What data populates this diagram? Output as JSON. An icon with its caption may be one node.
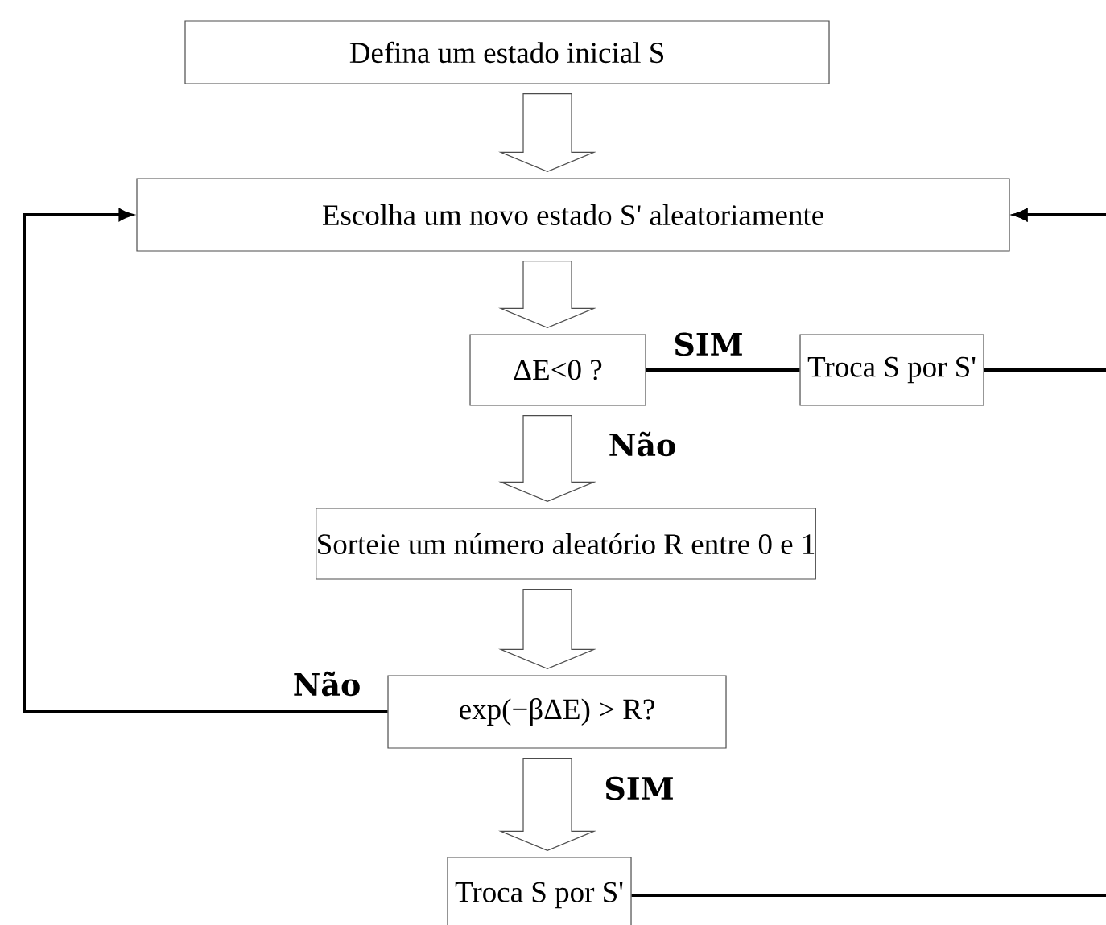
{
  "diagram": {
    "nodes": [
      {
        "text": [
          "Defina um estado inicial S"
        ]
      },
      {
        "text": [
          "Escolha um novo estado S' aleatoriamente"
        ]
      },
      {
        "text": [
          "ΔE<0 ?"
        ]
      },
      {
        "text": [
          "Troca S por S'"
        ]
      },
      {
        "text": [
          "Sorteie um número aleatório R entre 0 e 1"
        ]
      },
      {
        "text": [
          "exp(−βΔE) > R?"
        ]
      },
      {
        "text": [
          "Troca S por S'"
        ]
      }
    ],
    "edges": [
      {
        "from": 0,
        "to": 1,
        "arrow": "to"
      },
      {
        "from": 1,
        "to": 2,
        "arrow": "to"
      },
      {
        "from": 2,
        "to": 3,
        "arrow": "none",
        "label": "SIM"
      },
      {
        "from": 2,
        "to": 4,
        "arrow": "to",
        "label": "Não"
      },
      {
        "from": 3,
        "to": 1,
        "arrow": "to"
      },
      {
        "from": 4,
        "to": 5,
        "arrow": "to"
      },
      {
        "from": 5,
        "to": 1,
        "arrow": "to",
        "label": "Não"
      },
      {
        "from": 5,
        "to": 6,
        "arrow": "to",
        "label": "SIM"
      },
      {
        "from": 6,
        "to": 1,
        "arrow": "to"
      }
    ]
  }
}
